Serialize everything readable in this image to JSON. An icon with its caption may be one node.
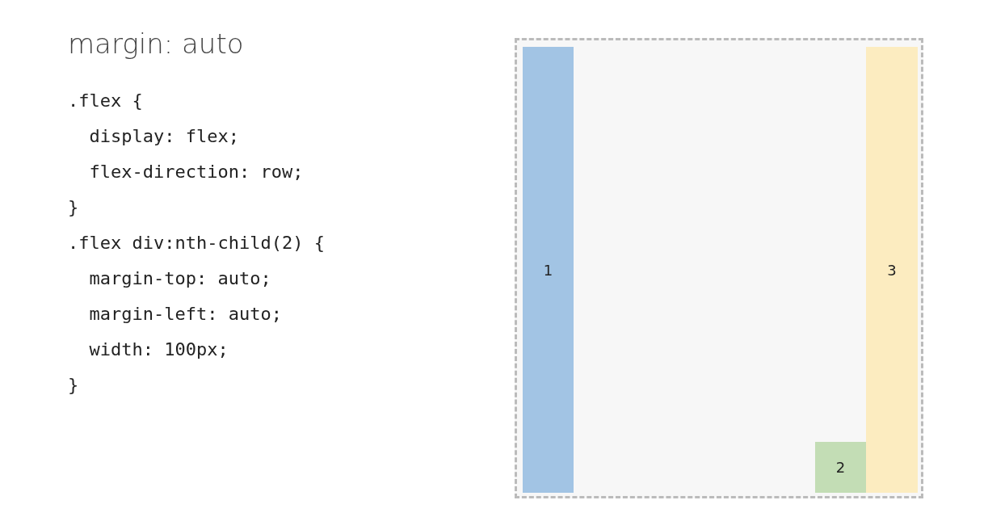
{
  "diagram": {
    "title": "margin: auto",
    "nodes": [
      {
        "text": [],
        "shape": "box"
      },
      {
        "text": [
          "1"
        ],
        "in": 0
      },
      {
        "text": [
          "2"
        ],
        "in": 0
      },
      {
        "text": [
          "3"
        ],
        "in": 0
      }
    ],
    "labels": [
      ".flex {",
      "  display: flex;",
      "  flex-direction: row;",
      "}",
      ".flex div:nth-child(2) {",
      "  margin-top: auto;",
      "  margin-left: auto;",
      "  width: 100px;",
      "}"
    ]
  }
}
